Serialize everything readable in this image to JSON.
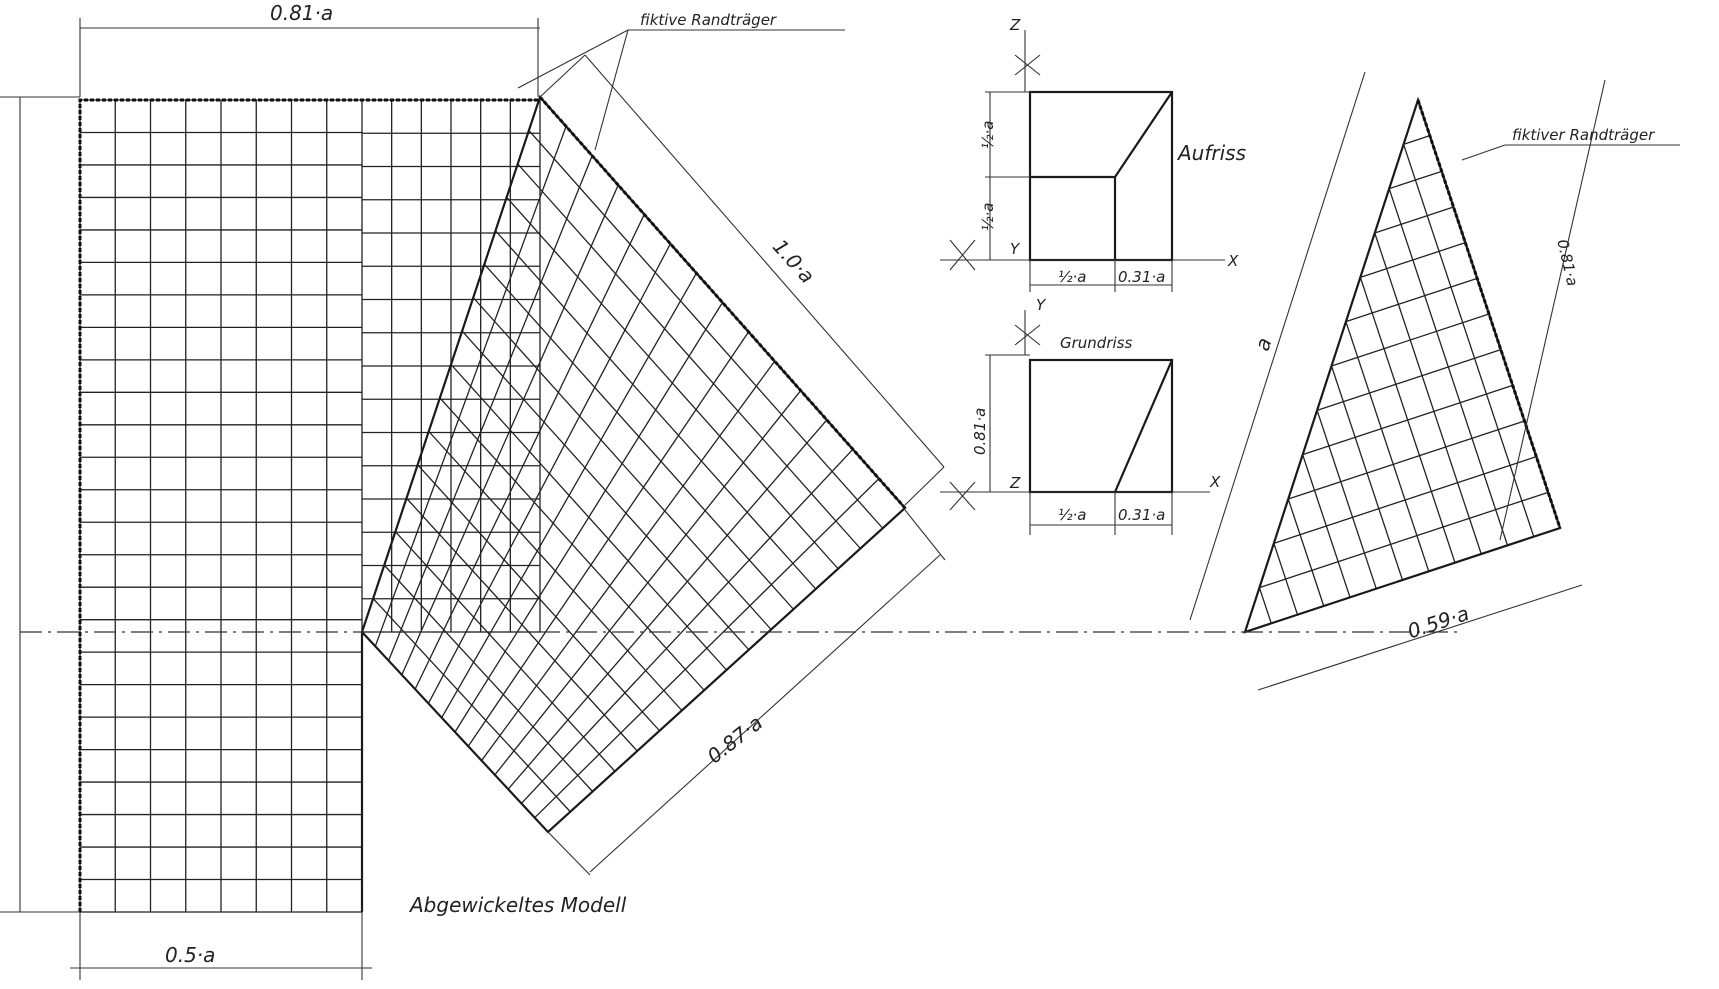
{
  "labels": {
    "top_width": "0.81·a",
    "fictive_edge_beam_1": "fiktive Randträger",
    "fictive_edge_beam_2": "fiktiver Randträger",
    "diag_long": "1.0·a",
    "diag_short": "0.87·a",
    "bottom_width": "0.5·a",
    "unfolded_model": "Abgewickeltes Modell",
    "elevation": "Aufriss",
    "plan": "Grundriss",
    "elev_h1": "½·a",
    "elev_h2": "½·a",
    "elev_w1": "½·a",
    "elev_w2": "0.31·a",
    "plan_h": "0.81·a",
    "plan_w1": "½·a",
    "plan_w2": "0.31·a",
    "tri_left": "a",
    "tri_right": "0.81·a",
    "tri_bottom": "0.59·a",
    "axis_x1": "X",
    "axis_y1": "Y",
    "axis_z1": "Z",
    "axis_x2": "X",
    "axis_y2": "Y",
    "axis_z2": "Z"
  }
}
